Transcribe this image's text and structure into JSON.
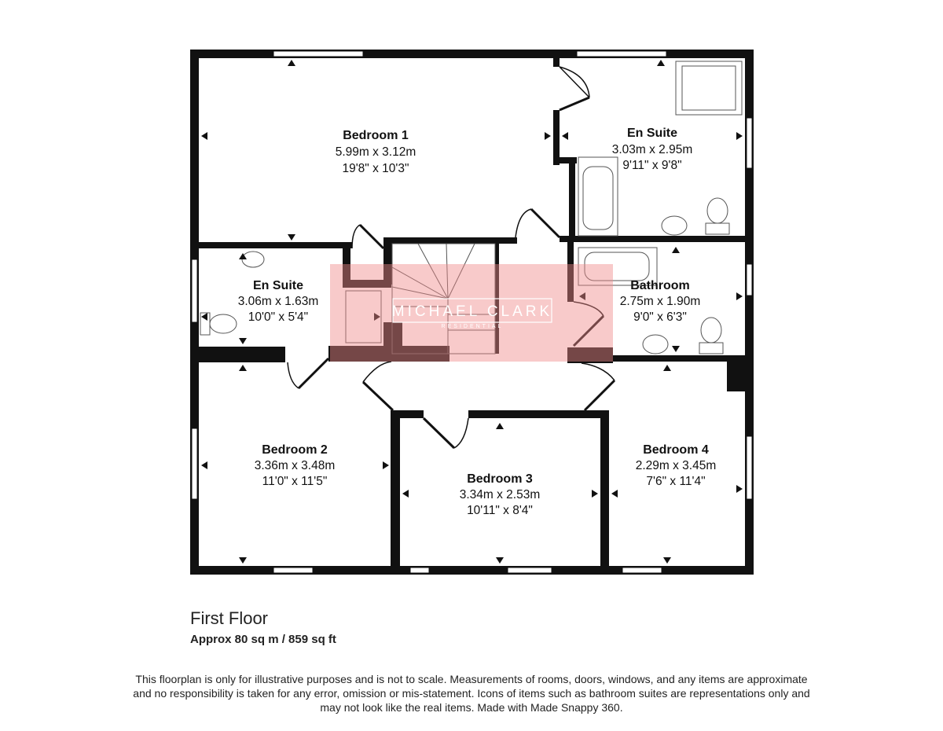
{
  "rooms": [
    {
      "id": "bedroom-1",
      "name": "Bedroom 1",
      "metric": "5.99m x 3.12m",
      "imperial": "19'8\" x 10'3\""
    },
    {
      "id": "en-suite-1",
      "name": "En Suite",
      "metric": "3.03m x 2.95m",
      "imperial": "9'11\" x 9'8\""
    },
    {
      "id": "en-suite-2",
      "name": "En Suite",
      "metric": "3.06m x 1.63m",
      "imperial": "10'0\" x 5'4\""
    },
    {
      "id": "bathroom",
      "name": "Bathroom",
      "metric": "2.75m x 1.90m",
      "imperial": "9'0\" x 6'3\""
    },
    {
      "id": "bedroom-2",
      "name": "Bedroom 2",
      "metric": "3.36m x 3.48m",
      "imperial": "11'0\" x 11'5\""
    },
    {
      "id": "bedroom-3",
      "name": "Bedroom 3",
      "metric": "3.34m x 2.53m",
      "imperial": "10'11\" x 8'4\""
    },
    {
      "id": "bedroom-4",
      "name": "Bedroom 4",
      "metric": "2.29m x 3.45m",
      "imperial": "7'6\" x 11'4\""
    }
  ],
  "floor": {
    "title": "First Floor",
    "area": "Approx 80 sq m / 859 sq ft"
  },
  "watermark": {
    "name": "MICHAEL CLARK",
    "sub": "RESIDENTIAL",
    "color": "#f08a8a"
  },
  "disclaimer": [
    "This floorplan is only for illustrative purposes and is not to scale. Measurements of rooms, doors, windows, and any items are approximate",
    "and no responsibility is taken for any error, omission or mis-statement. Icons of items such as bathroom suites are representations only and",
    "may not look like the real items. Made with Made Snappy 360."
  ],
  "colors": {
    "wall": "#111111",
    "fixture": "#555555"
  }
}
